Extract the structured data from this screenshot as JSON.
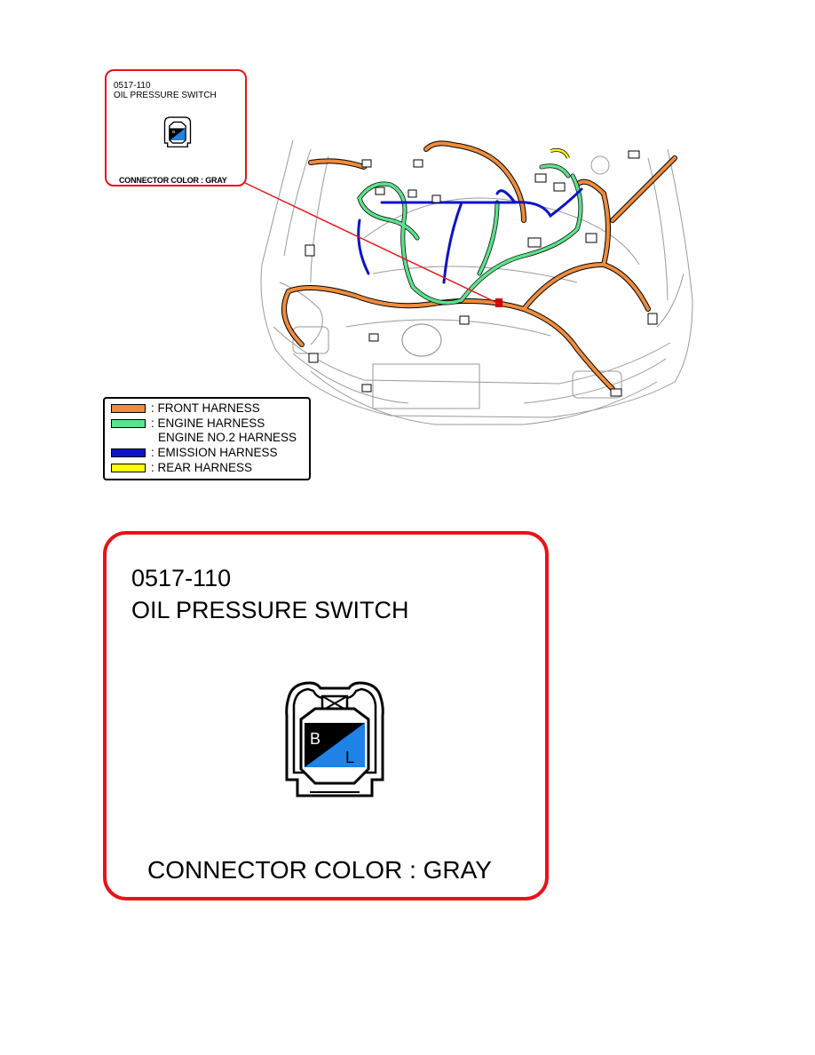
{
  "callout": {
    "code": "0517-110",
    "title": "OIL PRESSURE SWITCH",
    "connector_color": "CONNECTOR COLOR : GRAY",
    "terminal_top": "B",
    "terminal_bottom": "L"
  },
  "legend": [
    {
      "label": ": FRONT HARNESS",
      "color": "#f08c3c"
    },
    {
      "label": ": ENGINE HARNESS",
      "color": "#5ce28c"
    },
    {
      "label": "ENGINE NO.2 HARNESS",
      "color": ""
    },
    {
      "label": ": EMISSION HARNESS",
      "color": "#0a14c8"
    },
    {
      "label": ": REAR HARNESS",
      "color": "#ffff00"
    }
  ],
  "colors": {
    "callout_border": "#e8131a",
    "terminal_black": "#000000",
    "terminal_blue": "#1e82e6",
    "locator_marker": "#d40000"
  }
}
